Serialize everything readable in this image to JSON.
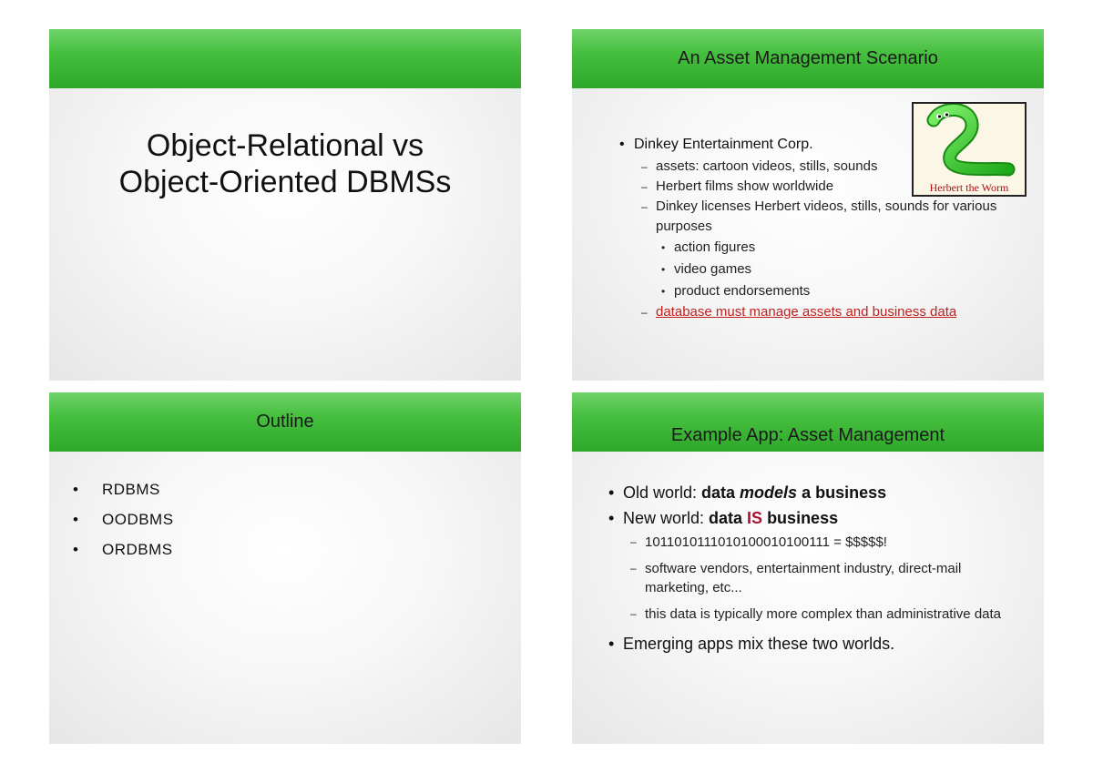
{
  "slide1": {
    "title_line1": "Object-Relational vs",
    "title_line2": "Object-Oriented DBMSs"
  },
  "slide2": {
    "header": "An Asset Management Scenario",
    "bullet": "Dinkey Entertainment Corp.",
    "subs": [
      "assets: cartoon videos, stills, sounds",
      "Herbert films show worldwide",
      "Dinkey licenses Herbert videos, stills, sounds for various purposes"
    ],
    "subsubs": [
      "action figures",
      "video games",
      "product endorsements"
    ],
    "link_text": "database must manage assets and business data",
    "image_caption": "Herbert the Worm"
  },
  "slide3": {
    "header": "Outline",
    "items": [
      "RDBMS",
      "OODBMS",
      "ORDBMS"
    ]
  },
  "slide4": {
    "header": "Example App: Asset Management",
    "b1_prefix": "Old world: ",
    "b1_bold1": "data ",
    "b1_italic": "models",
    "b1_bold2": " a business",
    "b2_prefix": "New world: ",
    "b2_bold1": "data ",
    "b2_red": "IS",
    "b2_bold2": " business",
    "subs": [
      "1011010111010100010100111 = $$$$$!",
      "software vendors, entertainment industry, direct-mail marketing, etc...",
      "this data is typically more complex than administrative data"
    ],
    "b3": "Emerging apps mix these two worlds."
  },
  "colors": {
    "header_green": "#46bf3f",
    "link_red": "#c02020",
    "emphasis_red": "#b01030",
    "worm_green": "#3ecf2a"
  }
}
